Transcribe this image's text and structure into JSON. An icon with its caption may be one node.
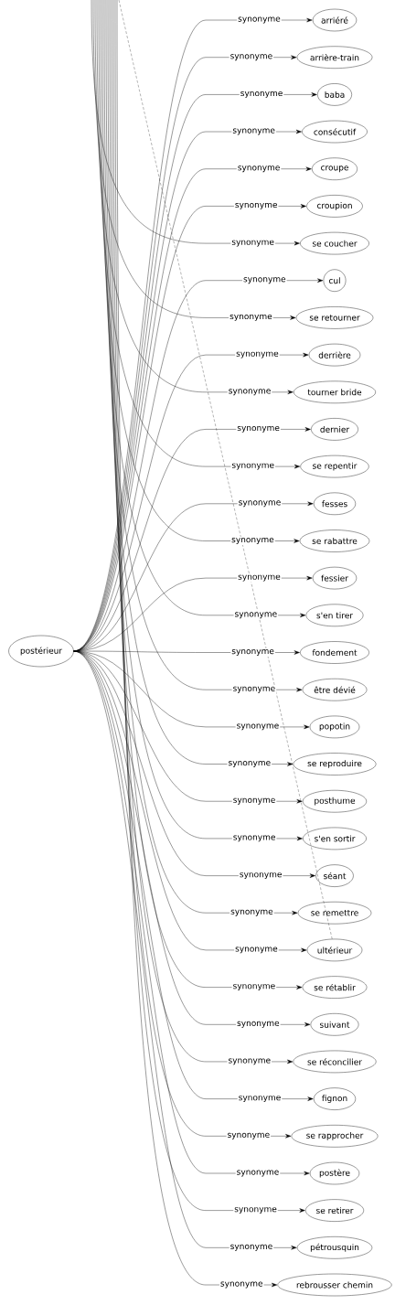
{
  "diagram": {
    "nodes": [
      {
        "text": [
          "postérieur"
        ]
      },
      {
        "text": [
          "arriéré"
        ]
      },
      {
        "text": [
          "arrière-train"
        ]
      },
      {
        "text": [
          "baba"
        ]
      },
      {
        "text": [
          "consécutif"
        ]
      },
      {
        "text": [
          "croupe"
        ]
      },
      {
        "text": [
          "croupion"
        ]
      },
      {
        "text": [
          "se coucher"
        ]
      },
      {
        "text": [
          "cul"
        ]
      },
      {
        "text": [
          "se retourner"
        ]
      },
      {
        "text": [
          "derrière"
        ]
      },
      {
        "text": [
          "tourner bride"
        ]
      },
      {
        "text": [
          "dernier"
        ]
      },
      {
        "text": [
          "se repentir"
        ]
      },
      {
        "text": [
          "fesses"
        ]
      },
      {
        "text": [
          "se rabattre"
        ]
      },
      {
        "text": [
          "fessier"
        ]
      },
      {
        "text": [
          "s'en tirer"
        ]
      },
      {
        "text": [
          "fondement"
        ]
      },
      {
        "text": [
          "être dévié"
        ]
      },
      {
        "text": [
          "popotin"
        ]
      },
      {
        "text": [
          "se reproduire"
        ]
      },
      {
        "text": [
          "posthume"
        ]
      },
      {
        "text": [
          "s'en sortir"
        ]
      },
      {
        "text": [
          "séant"
        ]
      },
      {
        "text": [
          "se remettre"
        ]
      },
      {
        "text": [
          "ultérieur"
        ]
      },
      {
        "text": [
          "se rétablir"
        ]
      },
      {
        "text": [
          "suivant"
        ]
      },
      {
        "text": [
          "se réconcilier"
        ]
      },
      {
        "text": [
          "fignon"
        ]
      },
      {
        "text": [
          "se rapprocher"
        ]
      },
      {
        "text": [
          "postère"
        ]
      },
      {
        "text": [
          "se retirer"
        ]
      },
      {
        "text": [
          "pétrousquin"
        ]
      },
      {
        "text": [
          "rebrousser chemin"
        ]
      }
    ],
    "edges": [
      {
        "from": 0,
        "to": 1,
        "arrow": "to",
        "label": "synonyme"
      },
      {
        "from": 0,
        "to": 2,
        "arrow": "to",
        "label": "synonyme"
      },
      {
        "from": 0,
        "to": 3,
        "arrow": "to",
        "label": "synonyme"
      },
      {
        "from": 0,
        "to": 4,
        "arrow": "to",
        "label": "synonyme"
      },
      {
        "from": 0,
        "to": 5,
        "arrow": "to",
        "label": "synonyme"
      },
      {
        "from": 0,
        "to": 6,
        "arrow": "to",
        "label": "synonyme"
      },
      {
        "from": null,
        "to": 7,
        "arrow": "to",
        "label": "synonyme"
      },
      {
        "from": 0,
        "to": 8,
        "arrow": "to",
        "label": "synonyme"
      },
      {
        "from": null,
        "to": 9,
        "arrow": "to",
        "label": "synonyme"
      },
      {
        "from": 0,
        "to": 10,
        "arrow": "to",
        "label": "synonyme"
      },
      {
        "from": null,
        "to": 11,
        "arrow": "to",
        "label": "synonyme"
      },
      {
        "from": 0,
        "to": 12,
        "arrow": "to",
        "label": "synonyme"
      },
      {
        "from": null,
        "to": 13,
        "arrow": "to",
        "label": "synonyme"
      },
      {
        "from": 0,
        "to": 14,
        "arrow": "to",
        "label": "synonyme"
      },
      {
        "from": null,
        "to": 15,
        "arrow": "to",
        "label": "synonyme"
      },
      {
        "from": 0,
        "to": 16,
        "arrow": "to",
        "label": "synonyme"
      },
      {
        "from": null,
        "to": 17,
        "arrow": "to",
        "label": "synonyme"
      },
      {
        "from": 0,
        "to": 18,
        "arrow": "to",
        "label": "synonyme"
      },
      {
        "from": null,
        "to": 19,
        "arrow": "to",
        "label": "synonyme"
      },
      {
        "from": 0,
        "to": 20,
        "arrow": "to",
        "label": "synonyme"
      },
      {
        "from": null,
        "to": 21,
        "arrow": "to",
        "label": "synonyme"
      },
      {
        "from": 0,
        "to": 22,
        "arrow": "to",
        "label": "synonyme"
      },
      {
        "from": null,
        "to": 23,
        "arrow": "to",
        "label": "synonyme"
      },
      {
        "from": 0,
        "to": 24,
        "arrow": "to",
        "label": "synonyme"
      },
      {
        "from": null,
        "to": 25,
        "arrow": "to",
        "label": "synonyme"
      },
      {
        "from": 0,
        "to": 26,
        "arrow": "to",
        "label": "synonyme"
      },
      {
        "from": null,
        "to": 27,
        "arrow": "to",
        "label": "synonyme"
      },
      {
        "from": 0,
        "to": 28,
        "arrow": "to",
        "label": "synonyme"
      },
      {
        "from": null,
        "to": 29,
        "arrow": "to",
        "label": "synonyme"
      },
      {
        "from": 0,
        "to": 30,
        "arrow": "to",
        "label": "synonyme"
      },
      {
        "from": null,
        "to": 31,
        "arrow": "to",
        "label": "synonyme"
      },
      {
        "from": 0,
        "to": 32,
        "arrow": "to",
        "label": "synonyme"
      },
      {
        "from": null,
        "to": 33,
        "arrow": "to",
        "label": "synonyme"
      },
      {
        "from": 0,
        "to": 34,
        "arrow": "to",
        "label": "synonyme"
      },
      {
        "from": null,
        "to": 35,
        "arrow": "to",
        "label": "synonyme"
      },
      {
        "from": null,
        "to": 26,
        "arrow": "none",
        "style": "dashed"
      }
    ]
  }
}
